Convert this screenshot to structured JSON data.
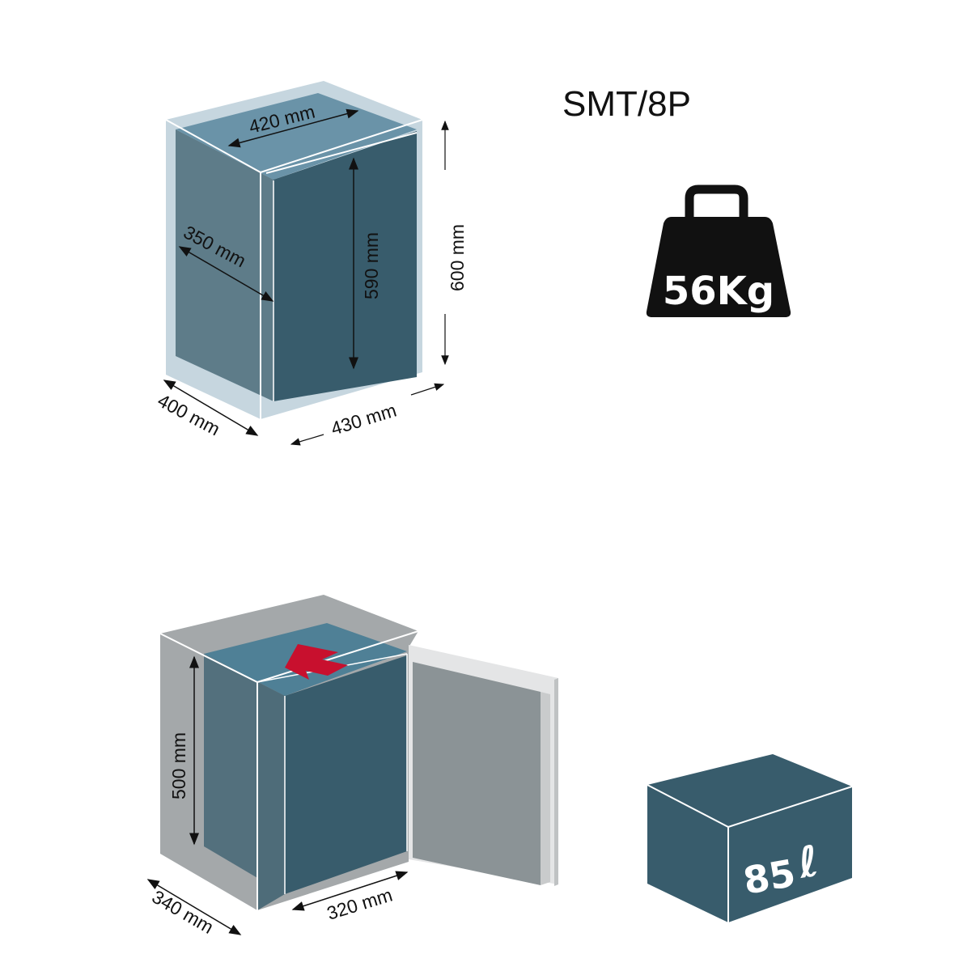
{
  "model": "SMT/8P",
  "weight": {
    "label": "56Kg",
    "icon": "weight-icon"
  },
  "volume": {
    "label": "85",
    "unit": "ℓ",
    "icon": "volume-cube-icon"
  },
  "external_dimensions": {
    "top_width": "420 mm",
    "inner_depth": "350 mm",
    "inner_height": "590 mm",
    "height": "600 mm",
    "depth": "400 mm",
    "width": "430 mm"
  },
  "internal_dimensions": {
    "height": "500 mm",
    "depth": "340 mm",
    "width": "320 mm"
  },
  "colors": {
    "outer": "#c6d6df",
    "front": "#385c6c",
    "side": "#5e7c89",
    "top": "#6a93a8",
    "gray": "#a4a8aa",
    "arrow": "#c8102e"
  }
}
